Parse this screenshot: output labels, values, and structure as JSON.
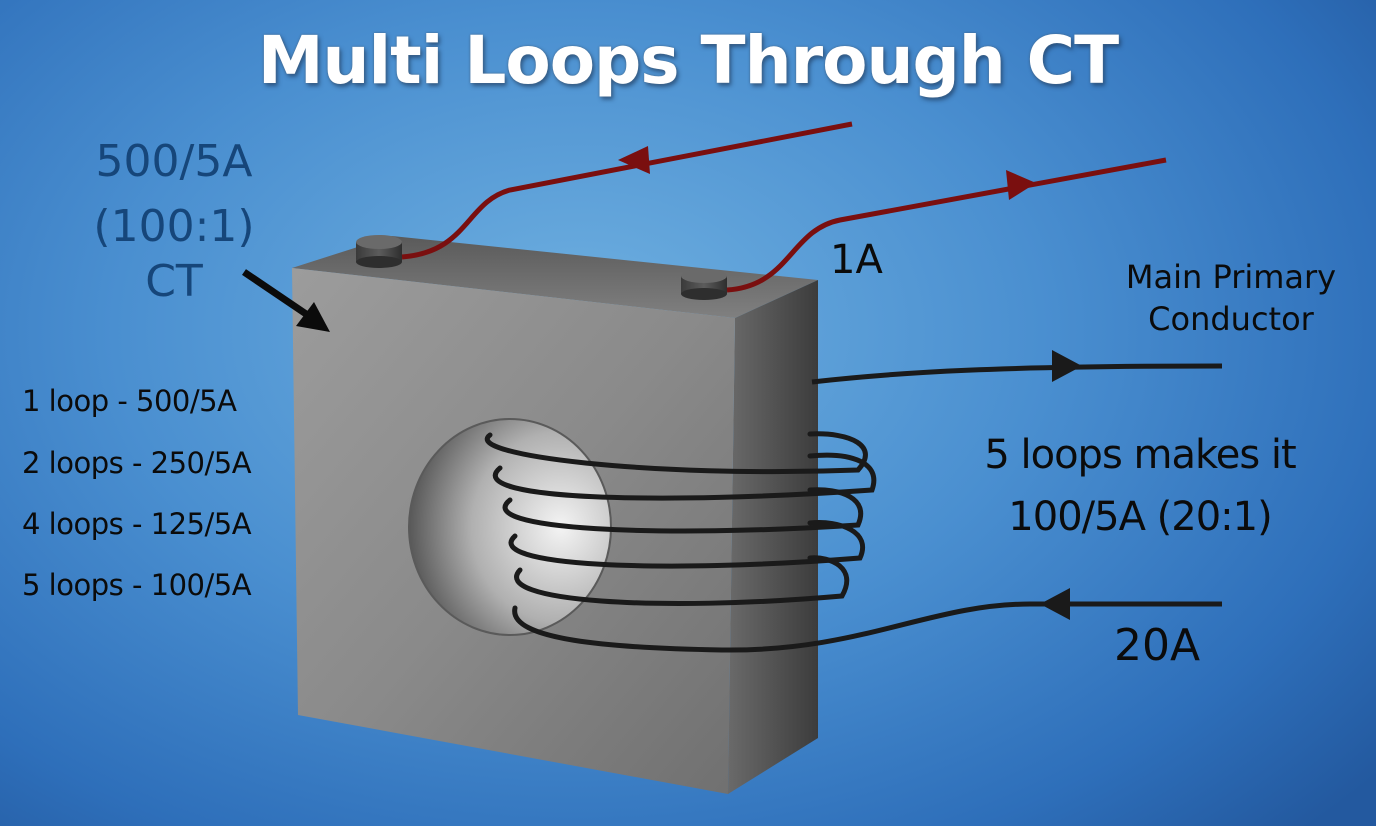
{
  "title": "Multi Loops Through CT",
  "ct": {
    "ratio": "500/5A",
    "turns_ratio": "(100:1)",
    "label": "CT"
  },
  "secondary_current": "1A",
  "primary_conductor": {
    "line1": "Main Primary",
    "line2": "Conductor"
  },
  "loop_table": [
    "1 loop - 500/5A",
    "2 loops - 250/5A",
    "4 loops - 125/5A",
    "5 loops - 100/5A"
  ],
  "result": {
    "line1": "5 loops makes it",
    "line2": "100/5A (20:1)"
  },
  "primary_current": "20A",
  "colors": {
    "background": "#4a8fd0",
    "secondary_wire": "#7a0f0f",
    "ct_label": "#16467a",
    "ct_body": "#8a8a8a"
  }
}
